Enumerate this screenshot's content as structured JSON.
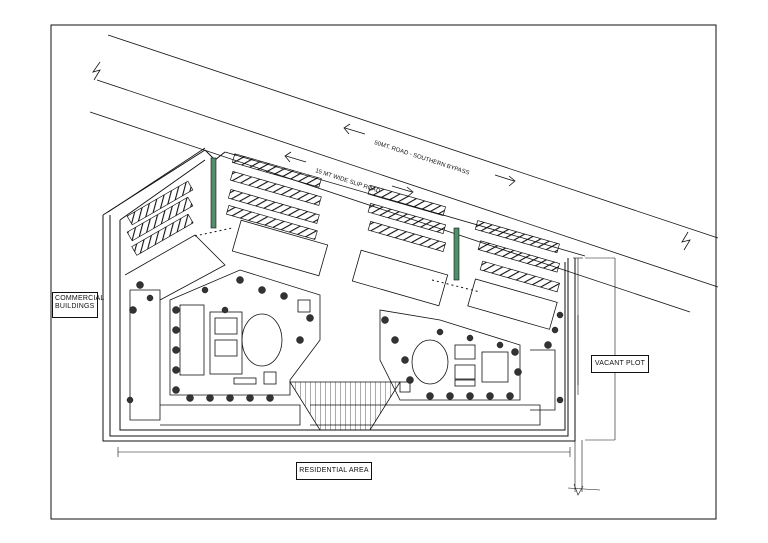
{
  "labels": {
    "road_main": "50MT. ROAD - SOUTHERN BYPASS",
    "slip_road": "15 MT WIDE SLIP ROAD",
    "commercial_line1": "COMMERCIAL",
    "commercial_line2": "BUILDINGS",
    "vacant_plot": "VACANT PLOT",
    "residential": "RESIDENTIAL AREA"
  },
  "colors": {
    "ink": "#111111",
    "hedge": "#4f8f6a"
  },
  "icons": {
    "north_arrow": "none",
    "break_mark": "zigzag-break-icon"
  }
}
